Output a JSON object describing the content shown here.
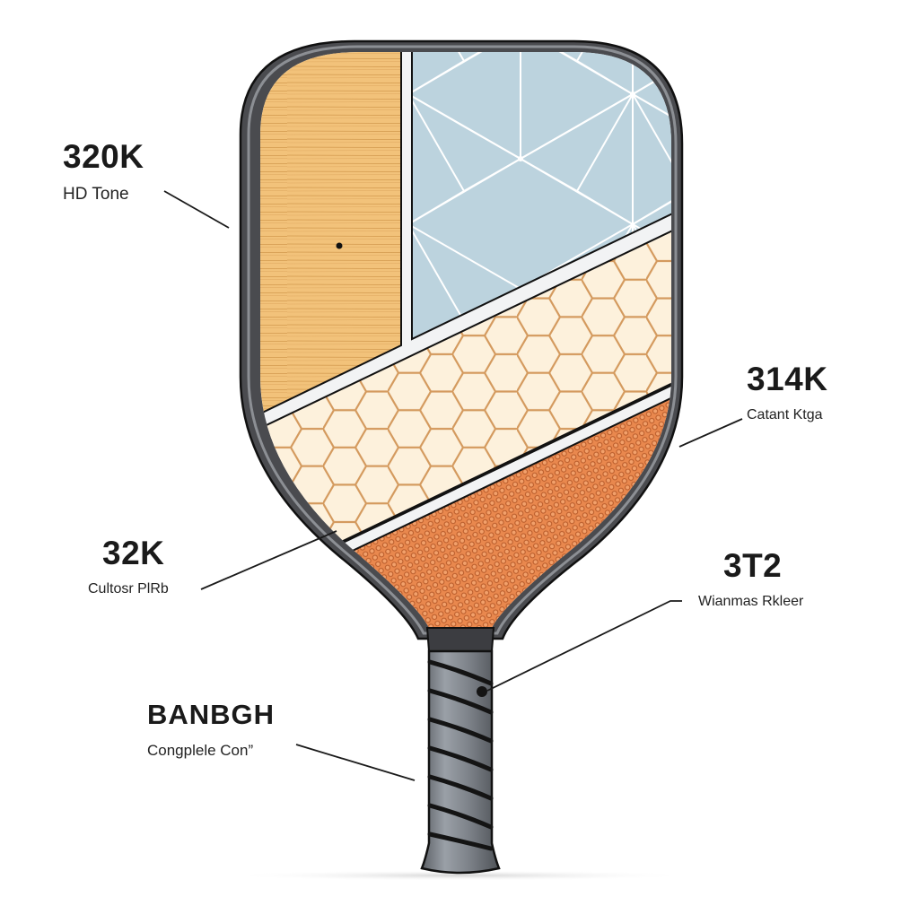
{
  "diagram": {
    "subject": "pickleball paddle cross-section",
    "colors": {
      "frame": "#4a4b4f",
      "frame_highlight": "#8c8f94",
      "wood": "#f2c27a",
      "wood_grain": "#c78b3e",
      "star_panel": "#bcd3de",
      "star_lines": "#ffffff",
      "honeycomb_fill": "#fdf1dc",
      "honeycomb_lines": "#d49a5e",
      "mesh": "#e9884e",
      "mesh_lines": "#b85b2a",
      "divider": "#f2f3f4",
      "handle": "#7e838a",
      "handle_wrap": "#141414"
    },
    "callouts": [
      {
        "id": "top-left",
        "value": "320K",
        "label": "HD Tone"
      },
      {
        "id": "right-upper",
        "value": "314K",
        "label": "Catant Ktga"
      },
      {
        "id": "left-middle",
        "value": "32K",
        "label": "Cultosr PlRb"
      },
      {
        "id": "right-lower",
        "value": "3T2",
        "label": "Wianmas Rkleer"
      },
      {
        "id": "left-bottom",
        "value": "BANBGH",
        "label": "Congplele Con”"
      }
    ]
  }
}
